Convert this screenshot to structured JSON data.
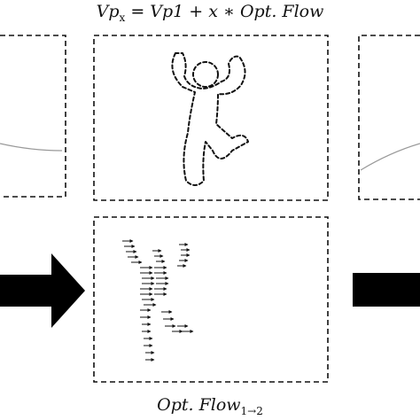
{
  "formula_top": {
    "base": "Vp",
    "subscript": "x",
    "rhs": " = Vp1 + x ∗ Opt. Flow"
  },
  "formula_bottom": {
    "base": "Opt. Flow",
    "subscript": "1→2"
  },
  "colors": {
    "stroke": "#111111",
    "curve": "#999999",
    "arrow_fill": "#000000"
  },
  "icons": [
    "dancing-figure-outline",
    "flow-vector-figure",
    "block-arrow-right"
  ]
}
